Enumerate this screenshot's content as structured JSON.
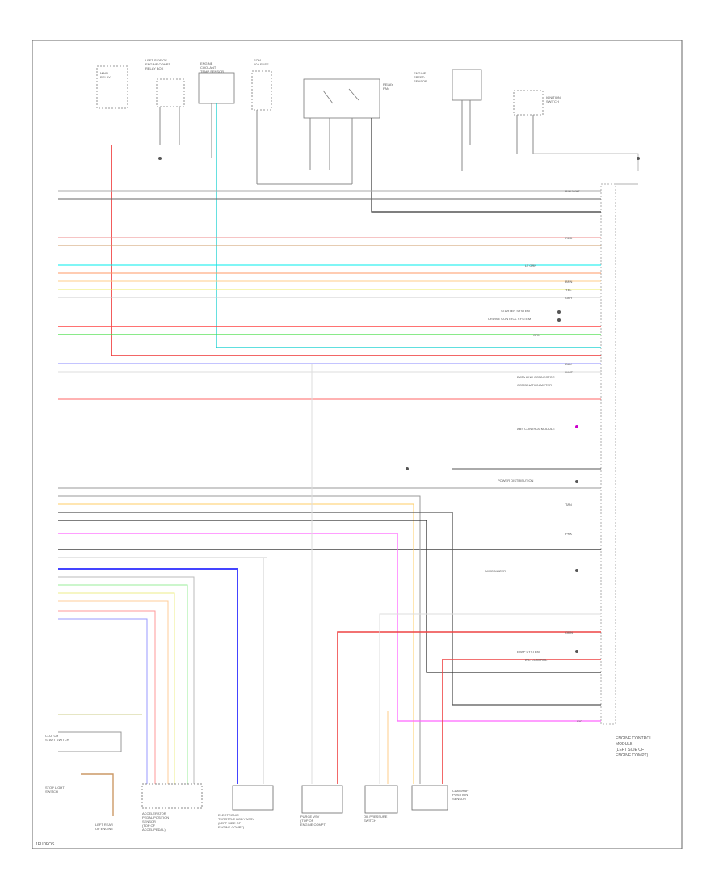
{
  "diagram": {
    "footer_code": "1FUDFOS",
    "ecm": {
      "label_lines": [
        "ENGINE CONTROL",
        "MODULE",
        "(LEFT SIDE OF",
        "ENGINE COMPT)"
      ]
    },
    "top_components": [
      {
        "id": "main-relay",
        "lines": [
          "MAIN",
          "RELAY"
        ]
      },
      {
        "id": "left-fender-connector",
        "lines": [
          "LEFT SIDE OF",
          "ENGINE COMPT",
          "RELAY BOX"
        ]
      },
      {
        "id": "engine-coolant-temp-sensor",
        "lines": [
          "ENGINE",
          "COOLANT",
          "TEMP SENSOR"
        ]
      },
      {
        "id": "ecm-fuse",
        "lines": [
          "ECM",
          "10A FUSE"
        ]
      },
      {
        "id": "cooling-fan-relay",
        "lines": [
          "RELAY",
          "FAN"
        ]
      },
      {
        "id": "engine-speed-sensor",
        "lines": [
          "ENGINE",
          "SPEED",
          "SENSOR"
        ]
      },
      {
        "id": "ignition-switch",
        "lines": [
          "IGNITION",
          "SWITCH"
        ]
      }
    ],
    "right_labels": [
      "STARTER SYSTEM",
      "CRUISE CONTROL SYSTEM",
      "DATA LINK CONNECTOR",
      "COMBINATION METER",
      "ABS CONTROL MODULE",
      "POWER DISTRIBUTION",
      "IMMOBILIZER",
      "EVAP SYSTEM",
      "A/C CONTROL"
    ],
    "bottom_components": [
      {
        "id": "accelerator-pedal-sensor",
        "lines": [
          "ACCELERATOR",
          "PEDAL POSITION",
          "SENSOR",
          "(TOP OF",
          "ACCEL PEDAL)"
        ]
      },
      {
        "id": "electronic-throttle",
        "lines": [
          "ELECTRONIC",
          "THROTTLE BODY ASSY",
          "(LEFT SIDE OF",
          "ENGINE COMPT)"
        ]
      },
      {
        "id": "purge-vsv",
        "lines": [
          "PURGE VSV",
          "(TOP OF",
          "ENGINE COMPT)"
        ]
      },
      {
        "id": "oil-pressure-switch",
        "lines": [
          "OIL PRESSURE",
          "SWITCH"
        ]
      },
      {
        "id": "camshaft-sensor",
        "lines": [
          "CAMSHAFT",
          "POSITION",
          "SENSOR"
        ]
      }
    ],
    "left_components": [
      {
        "id": "clutch-switch",
        "lines": [
          "CLUTCH",
          "START SWITCH"
        ]
      },
      {
        "id": "stop-light-switch",
        "lines": [
          "STOP LIGHT",
          "SWITCH"
        ]
      },
      {
        "id": "left-front-ground",
        "lines": [
          "LEFT REAR",
          "OF ENGINE"
        ]
      }
    ],
    "wire_tags": [
      "BLK/WHT",
      "RED",
      "LT GRN",
      "GRN",
      "YEL",
      "BRN",
      "GRY",
      "PNK",
      "BLU",
      "WHT",
      "VIO",
      "ORN",
      "TAN"
    ]
  }
}
